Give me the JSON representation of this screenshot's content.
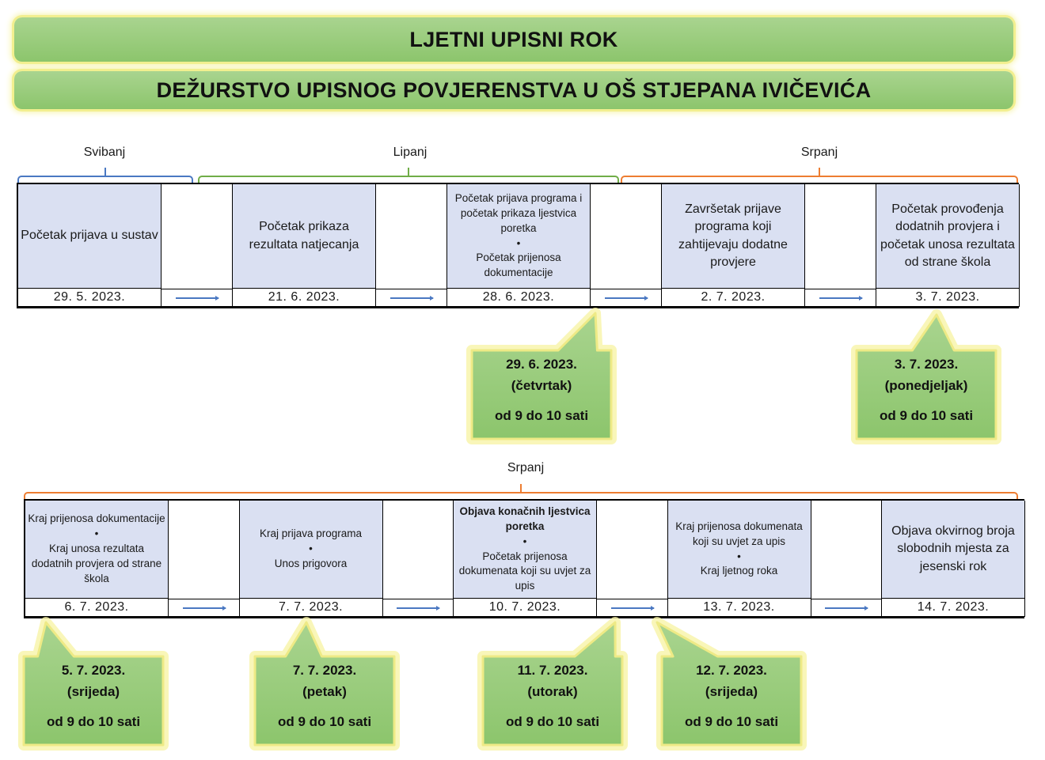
{
  "title": "LJETNI UPISNI ROK",
  "subtitle": "DEŽURSTVO UPISNOG POVJERENSTVA U OŠ STJEPANA IVIČEVIĆA",
  "colors": {
    "event_fill": "#dae0f2",
    "banner_green": "#8cc56c",
    "glow_yellow": "#f2ef8f",
    "may": "#4a78c2",
    "june": "#70ad47",
    "july": "#ed7d31",
    "arrow": "#4a78c2"
  },
  "months_top": [
    {
      "label": "Svibanj",
      "color": "#4a78c2"
    },
    {
      "label": "Lipanj",
      "color": "#70ad47"
    },
    {
      "label": "Srpanj",
      "color": "#ed7d31"
    }
  ],
  "months_bottom": [
    {
      "label": "Srpanj",
      "color": "#ed7d31"
    }
  ],
  "timeline_top": [
    {
      "lines": [
        "Početak prijava u sustav"
      ],
      "date": "29. 5. 2023."
    },
    {
      "lines": [
        "Početak prikaza rezultata natjecanja"
      ],
      "date": "21. 6. 2023."
    },
    {
      "lines": [
        "Početak prijava programa i početak prikaza ljestvica poretka",
        "•",
        "Početak prijenosa dokumentacije"
      ],
      "date": "28. 6. 2023."
    },
    {
      "lines": [
        "Završetak prijave programa koji zahtijevaju dodatne provjere"
      ],
      "date": "2. 7. 2023."
    },
    {
      "lines": [
        "Početak provođenja dodatnih provjera i početak unosa rezultata od strane škola"
      ],
      "date": "3. 7. 2023."
    }
  ],
  "timeline_bottom": [
    {
      "lines": [
        "Kraj prijenosa dokumentacije",
        "•",
        "Kraj unosa rezultata dodatnih provjera od strane škola"
      ],
      "date": "6. 7. 2023."
    },
    {
      "lines": [
        "Kraj prijava programa",
        "•",
        "Unos prigovora"
      ],
      "date": "7. 7. 2023."
    },
    {
      "lines": [
        "Objava konačnih ljestvica poretka",
        "•",
        "Početak prijenosa dokumenata koji su uvjet za upis"
      ],
      "date": "10. 7. 2023."
    },
    {
      "lines": [
        "Kraj prijenosa dokumenata koji su uvjet za upis",
        "•",
        "Kraj ljetnog roka"
      ],
      "date": "13. 7. 2023."
    },
    {
      "lines": [
        "Objava okvirnog broja slobodnih mjesta za jesenski rok"
      ],
      "date": "14. 7. 2023."
    }
  ],
  "callouts": [
    {
      "date": "29. 6. 2023.",
      "day": "(četvrtak)",
      "time": "od 9 do 10 sati"
    },
    {
      "date": "3. 7. 2023.",
      "day": "(ponedjeljak)",
      "time": "od 9 do 10 sati"
    },
    {
      "date": "5. 7. 2023.",
      "day": "(srijeda)",
      "time": "od 9 do 10 sati"
    },
    {
      "date": "7. 7. 2023.",
      "day": "(petak)",
      "time": "od 9 do 10 sati"
    },
    {
      "date": "11. 7. 2023.",
      "day": "(utorak)",
      "time": "od 9 do 10 sati"
    },
    {
      "date": "12. 7. 2023.",
      "day": "(srijeda)",
      "time": "od 9 do 10 sati"
    }
  ]
}
